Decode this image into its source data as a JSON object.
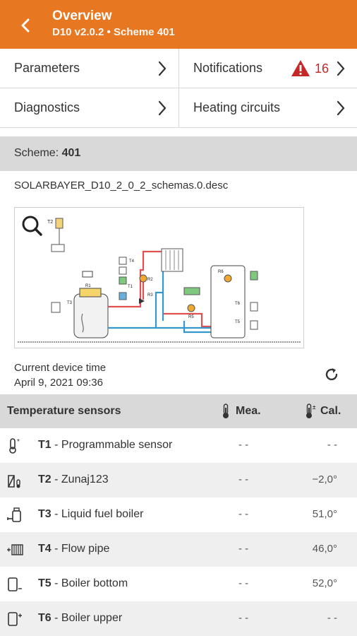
{
  "header": {
    "title": "Overview",
    "subtitle": "D10 v2.0.2 • Scheme 401"
  },
  "menu": {
    "parameters": "Parameters",
    "notifications": "Notifications",
    "notifications_count": "16",
    "diagnostics": "Diagnostics",
    "heating_circuits": "Heating circuits"
  },
  "scheme": {
    "label": "Scheme: ",
    "number": "401",
    "description": "SOLARBAYER_D10_2_0_2_schemas.0.desc"
  },
  "diagram": {
    "labels": {
      "t1": "T1",
      "t2": "T2",
      "t3": "T3",
      "t4": "T4",
      "t5": "T5",
      "t6": "T6",
      "r1": "R1",
      "r2": "R2",
      "r3": "R3",
      "r5": "R5",
      "r6": "R6"
    }
  },
  "device_time": {
    "label": "Current device time",
    "value": "April 9, 2021 09:36"
  },
  "sensors": {
    "header": "Temperature sensors",
    "col_measured": "Mea.",
    "col_calibrated": "Cal.",
    "rows": [
      {
        "id": "T1",
        "name": " - Programmable sensor",
        "measured": "- -",
        "calibrated": "- -",
        "icon": "thermometer-star-icon"
      },
      {
        "id": "T2",
        "name": " - Zunaj123",
        "measured": "- -",
        "calibrated": "−2,0°",
        "icon": "outdoor-sensor-icon"
      },
      {
        "id": "T3",
        "name": " - Liquid fuel boiler",
        "measured": "- -",
        "calibrated": "51,0°",
        "icon": "boiler-icon"
      },
      {
        "id": "T4",
        "name": " - Flow pipe",
        "measured": "- -",
        "calibrated": "46,0°",
        "icon": "radiator-flow-icon"
      },
      {
        "id": "T5",
        "name": " - Boiler bottom",
        "measured": "- -",
        "calibrated": "52,0°",
        "icon": "tank-bottom-icon"
      },
      {
        "id": "T6",
        "name": " - Boiler upper",
        "measured": "- -",
        "calibrated": "- -",
        "icon": "tank-upper-icon"
      }
    ]
  },
  "colors": {
    "accent": "#e87722",
    "warning": "#c62828",
    "pipe_hot": "#e05050",
    "pipe_cold": "#3399cc"
  }
}
